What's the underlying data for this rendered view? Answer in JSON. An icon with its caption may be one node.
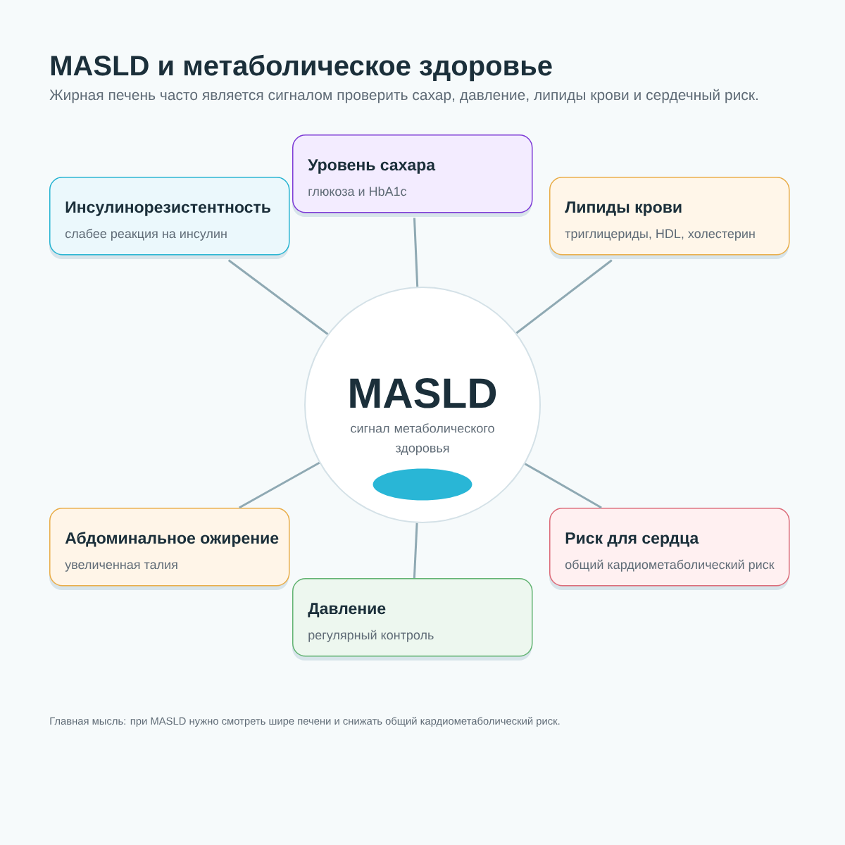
{
  "diagram": {
    "title": "MASLD и метаболическое здоровье",
    "caption": "Жирная печень часто является сигналом проверить сахар, давление, липиды крови и сердечный риск.",
    "nodes": [
      {
        "text": [
          "Уровень сахара",
          "глюкоза и HbA1c"
        ]
      },
      {
        "text": [
          "Инсулинорезистентность",
          "слабее реакция на инсулин"
        ]
      },
      {
        "text": [
          "Липиды крови",
          "триглицериды, HDL, холестерин"
        ]
      },
      {
        "text": [
          "MASLD",
          "сигнал метаболического здоровья"
        ]
      },
      {
        "text": [],
        "shape": "ellipse",
        "in": 3
      },
      {
        "text": [
          "Абдоминальное ожирение",
          "увеличенная талия"
        ]
      },
      {
        "text": [
          "Риск для сердца",
          "общий кардиометаболический риск"
        ]
      },
      {
        "text": [
          "Давление",
          "регулярный контроль"
        ]
      }
    ],
    "edges": [
      {
        "from": 3,
        "to": 0,
        "arrow": "none"
      },
      {
        "from": 3,
        "to": 1,
        "arrow": "none"
      },
      {
        "from": 3,
        "to": 2,
        "arrow": "none"
      },
      {
        "from": 3,
        "to": 5,
        "arrow": "none"
      },
      {
        "from": 3,
        "to": 6,
        "arrow": "none"
      },
      {
        "from": 3,
        "to": 7,
        "arrow": "none"
      }
    ],
    "labels": [
      "Главная мысль: при MASLD нужно смотреть шире печени и снижать общий кардиометаболический риск."
    ]
  }
}
